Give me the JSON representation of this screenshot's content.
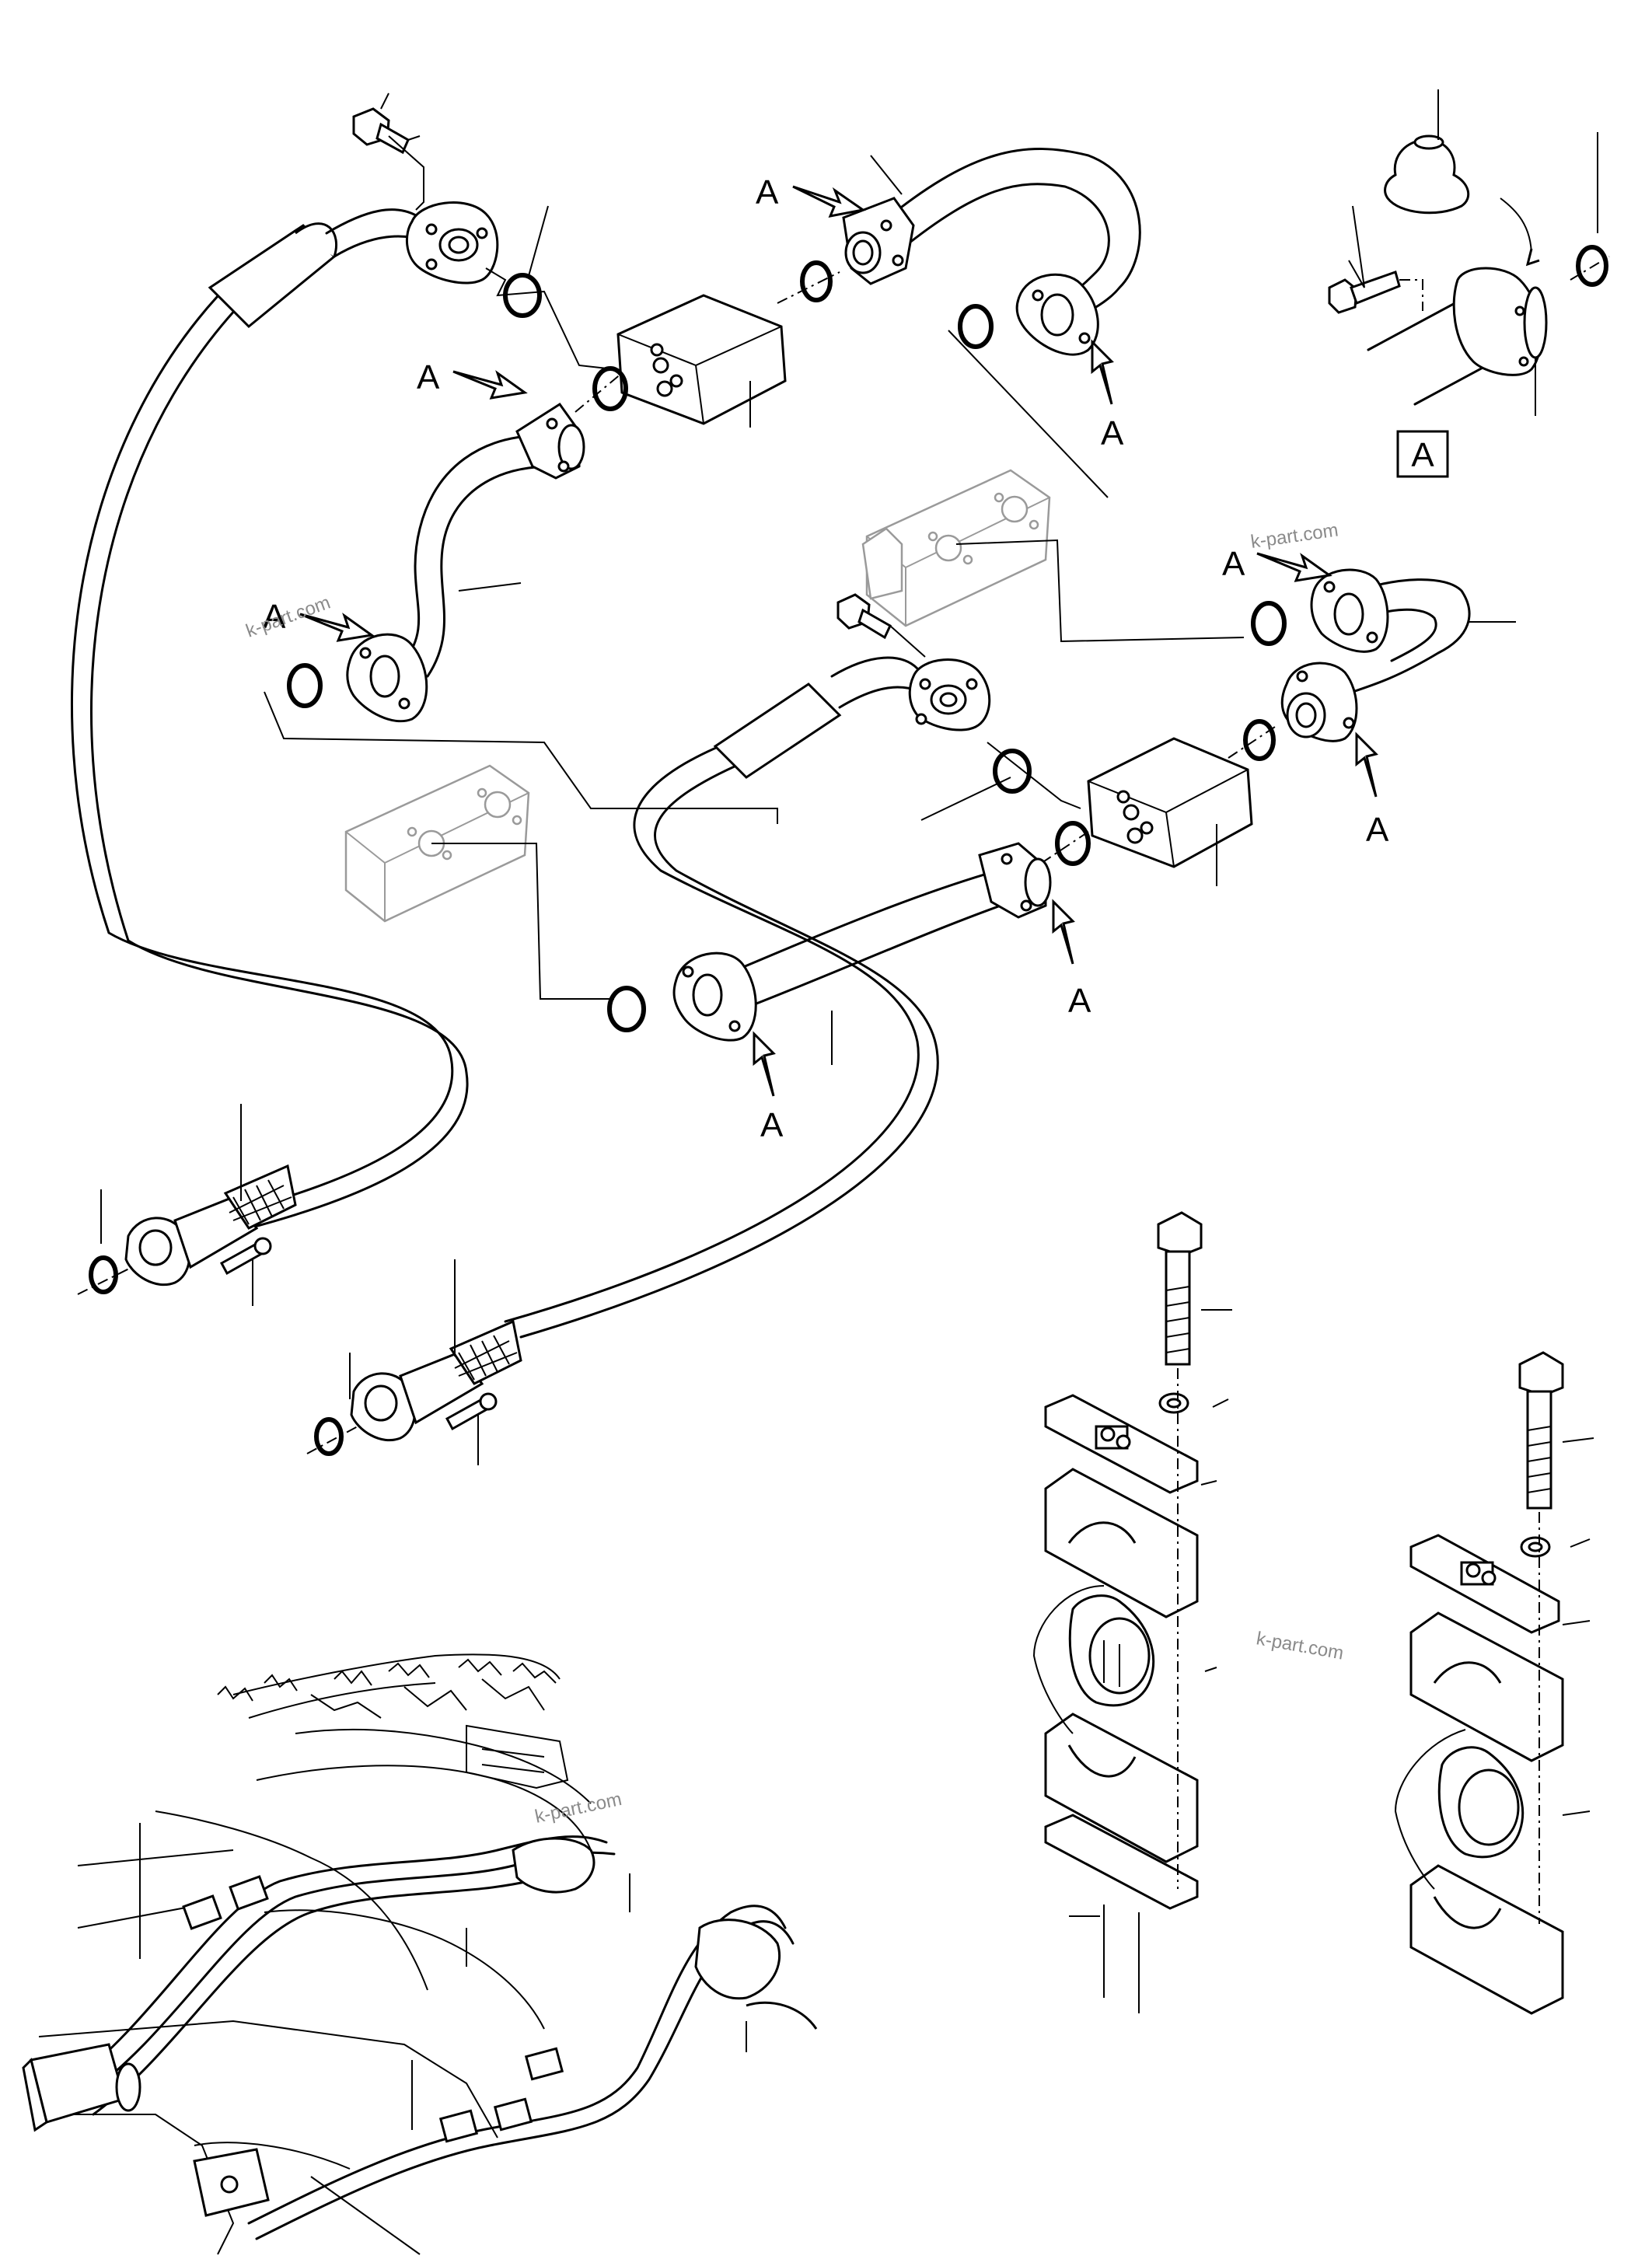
{
  "diagram": {
    "callout_label": "A",
    "detail_box_label": "A",
    "watermark": "k-part.com"
  }
}
